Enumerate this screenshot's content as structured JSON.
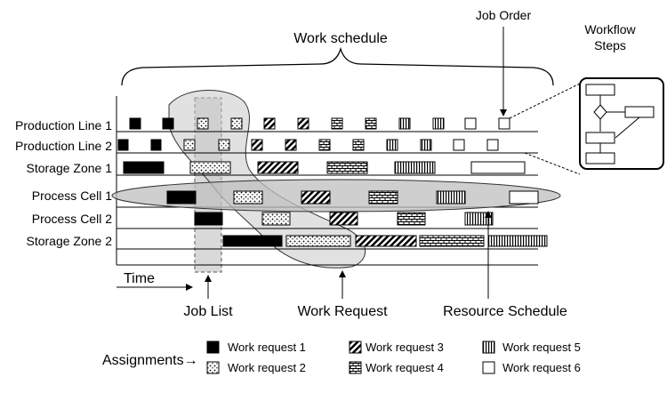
{
  "title": "Work schedule",
  "callouts": {
    "job_order": "Job Order",
    "workflow_line1": "Workflow",
    "workflow_line2": "Steps",
    "time": "Time",
    "job_list": "Job List",
    "work_request": "Work Request",
    "resource_schedule": "Resource Schedule"
  },
  "resources": [
    "Production Line 1",
    "Production Line 2",
    "Storage Zone 1",
    "Process Cell 1",
    "Process Cell 2",
    "Storage Zone 2"
  ],
  "legend": {
    "title": "Assignments→",
    "items": [
      {
        "label": "Work request 1",
        "pattern": "solid-black"
      },
      {
        "label": "Work request 2",
        "pattern": "dots"
      },
      {
        "label": "Work request 3",
        "pattern": "diagonal-hatch"
      },
      {
        "label": "Work request 4",
        "pattern": "brick"
      },
      {
        "label": "Work request 5",
        "pattern": "vertical-lines"
      },
      {
        "label": "Work request 6",
        "pattern": "empty"
      }
    ]
  }
}
